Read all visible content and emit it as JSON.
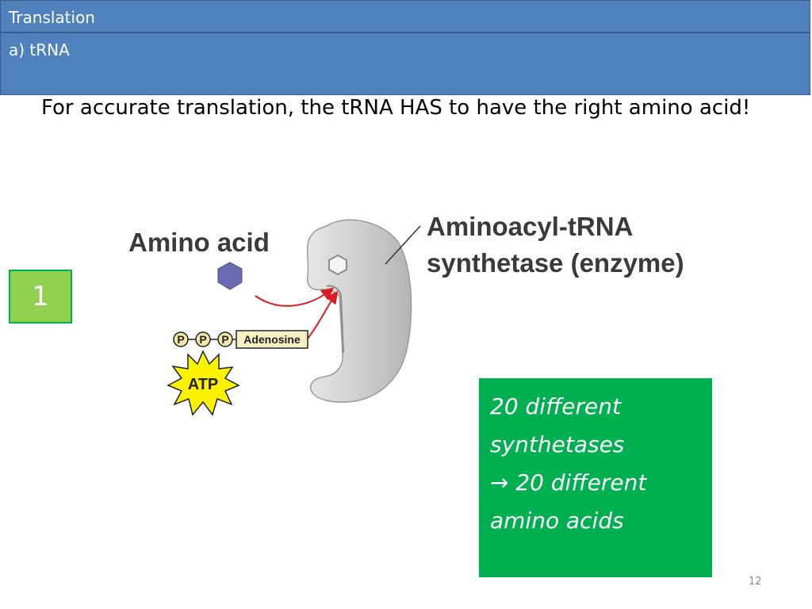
{
  "header": {
    "title": "Translation",
    "subtitle": "a) tRNA"
  },
  "body": {
    "statement": "For accurate translation, the tRNA HAS to have the right amino acid!"
  },
  "step_badge": "1",
  "diagram": {
    "amino_acid_label": "Amino acid",
    "enzyme_label_line1": "Aminoacyl-tRNA",
    "enzyme_label_line2": "synthetase (enzyme)",
    "phosphate_label": "P",
    "adenosine_label": "Adenosine",
    "atp_label": "ATP"
  },
  "note": {
    "line1": "20 different",
    "line2": "synthetases",
    "line3": "→ 20 different",
    "line4": "amino acids"
  },
  "footer": {
    "page_number": "12"
  },
  "colors": {
    "header_blue": "#4f81bd",
    "badge_green": "#92d050",
    "note_green": "#00b050",
    "hexagon": "#6a6ab0",
    "arrow": "#d81e1e",
    "atp_yellow": "#fff200"
  }
}
